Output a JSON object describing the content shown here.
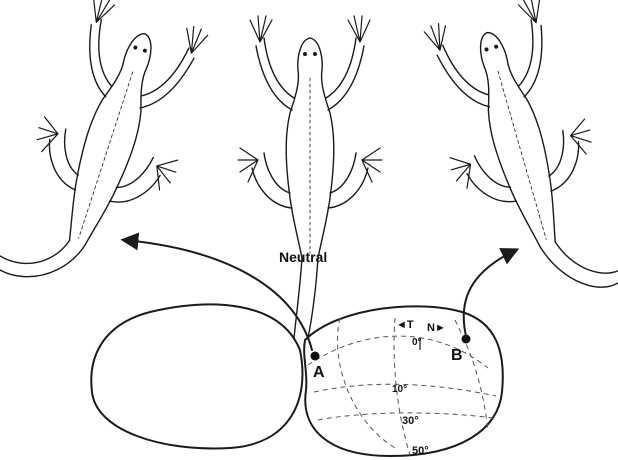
{
  "figure": {
    "neutral_label": "Neutral",
    "point_a_label": "A",
    "point_b_label": "B",
    "temporal_label": "◄T",
    "nasal_label": "N►",
    "eccentricity_labels": [
      "0°",
      "10°",
      "30°",
      "50°"
    ]
  },
  "colors": {
    "ink": "#1a1a1a",
    "background": "#ffffff",
    "dashed": "#555555"
  },
  "icons": [
    "lizard-left-icon",
    "lizard-neutral-icon",
    "lizard-right-icon",
    "arrow-icon"
  ]
}
